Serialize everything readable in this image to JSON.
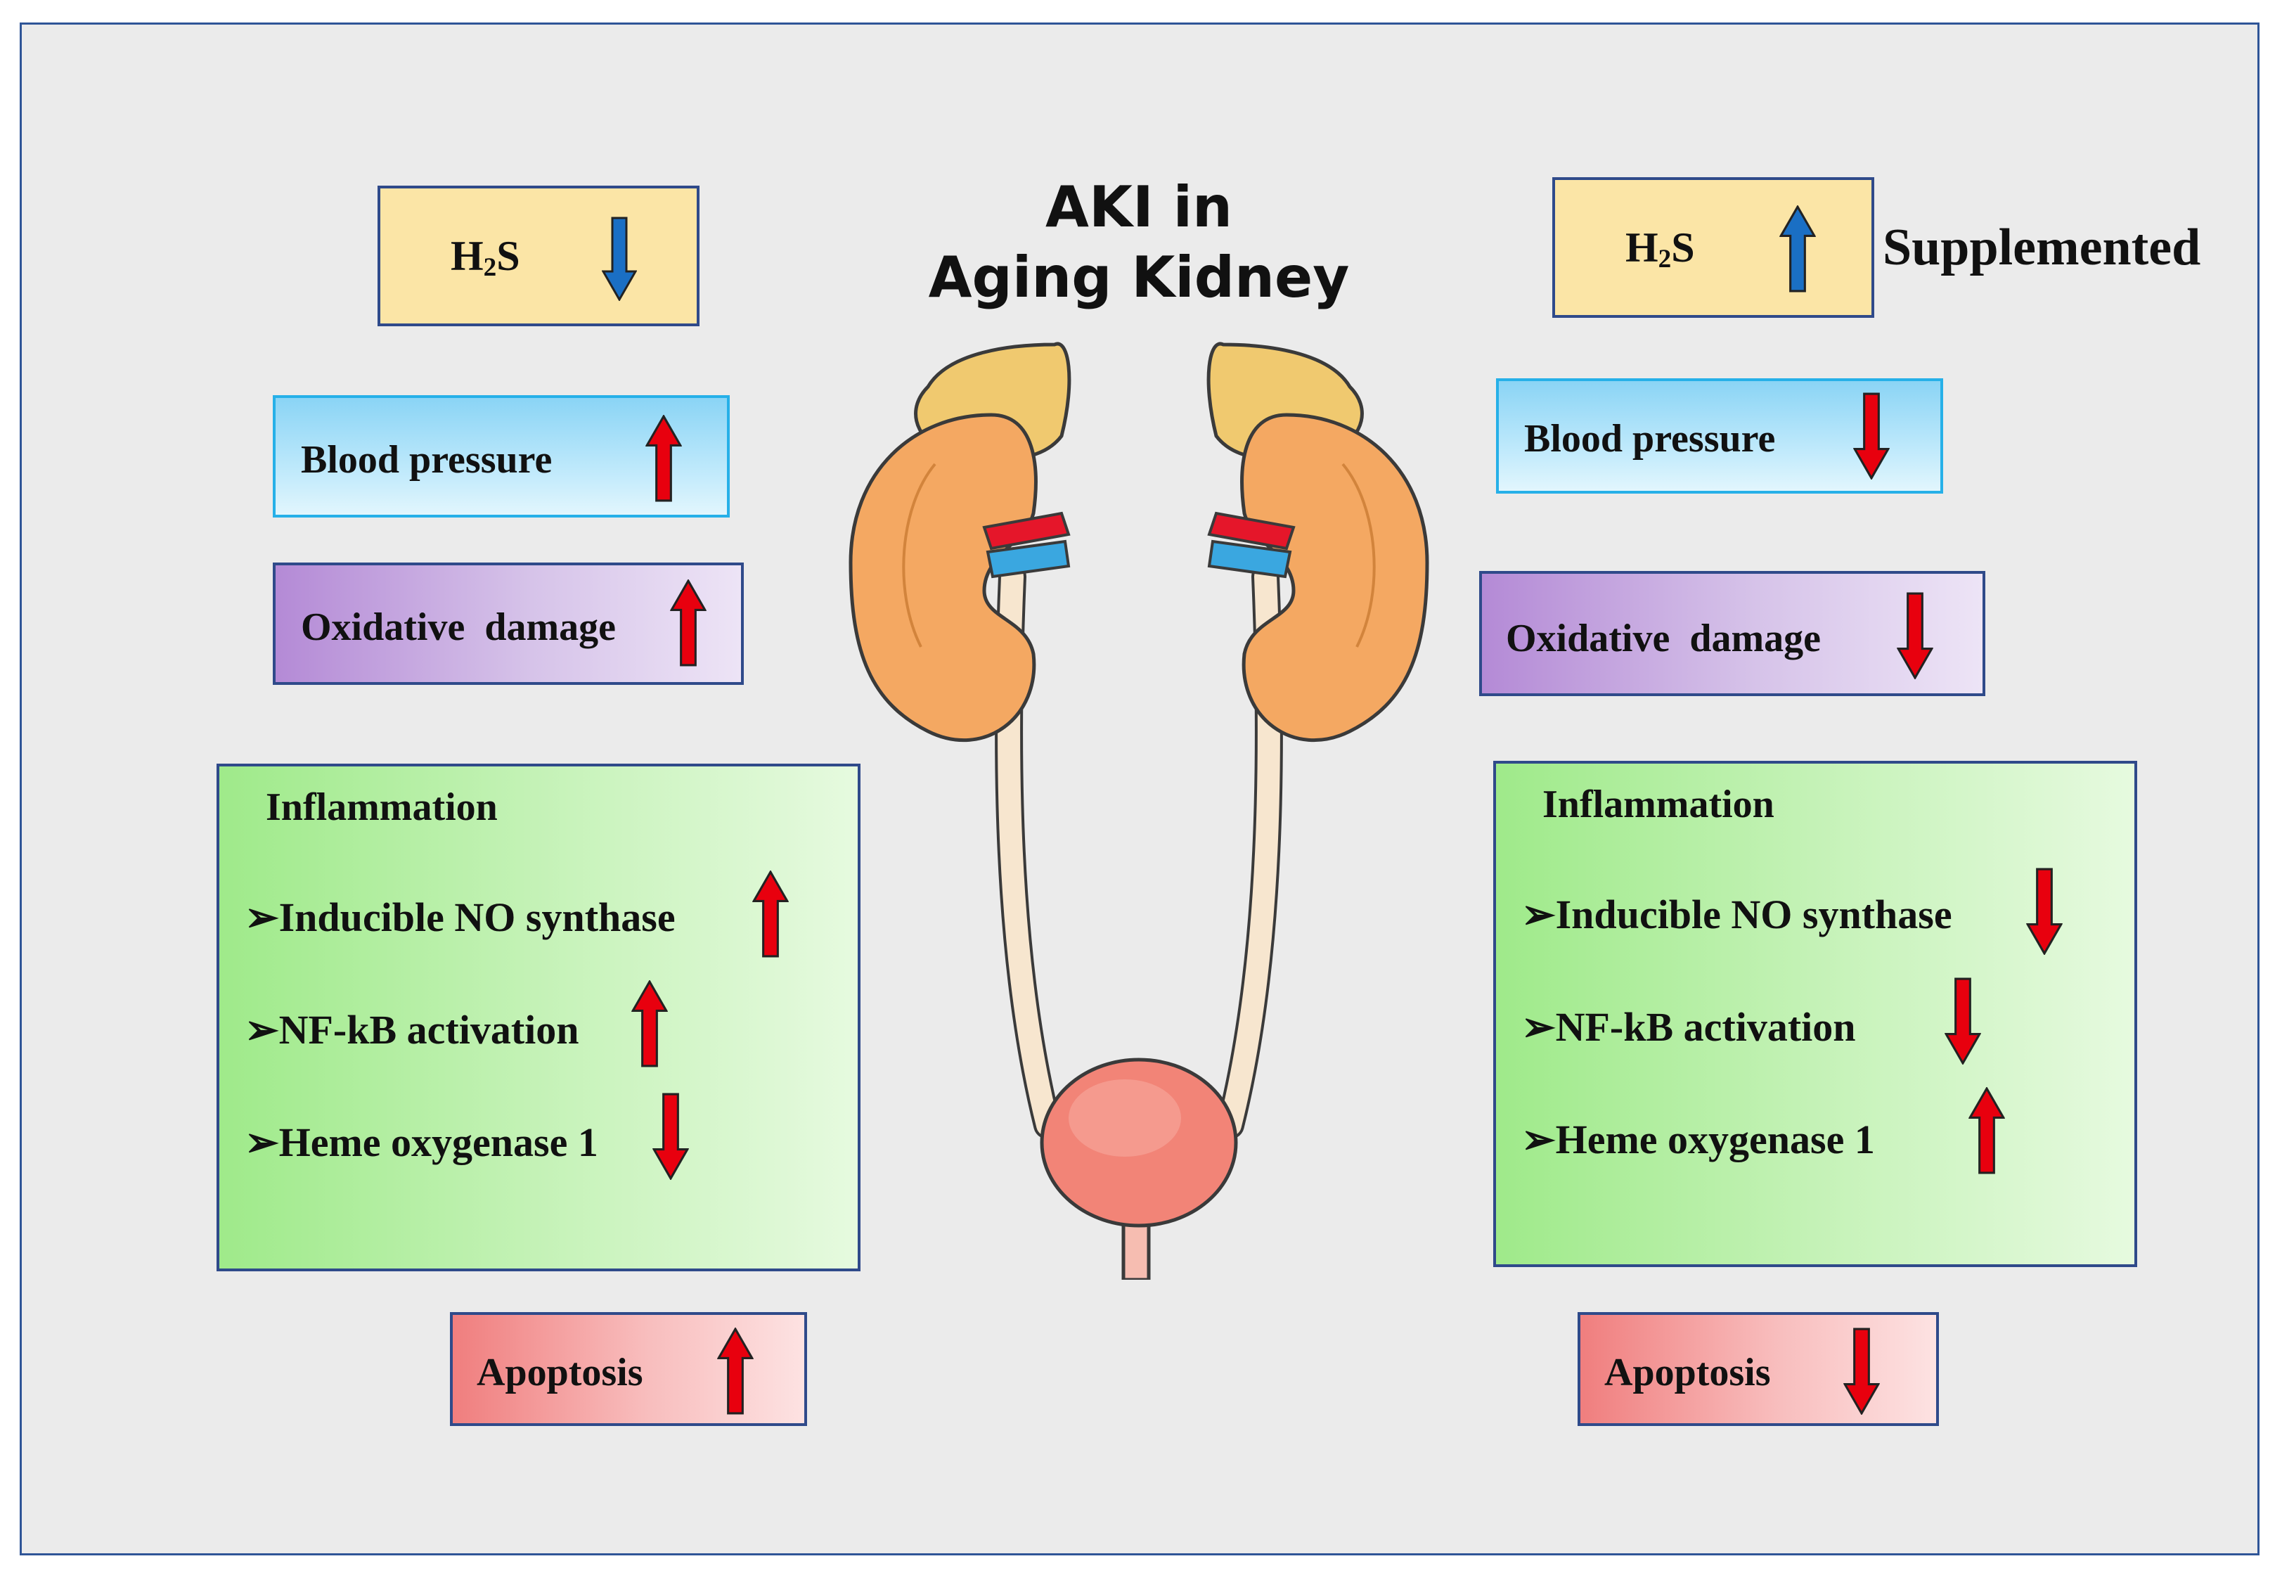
{
  "title_line1": "AKI in",
  "title_line2": "Aging Kidney",
  "supplemented": "Supplemented",
  "h2s": {
    "main": "H",
    "sub": "2",
    "tail": "S"
  },
  "left": {
    "blood_pressure": "Blood pressure",
    "oxidative_damage": "Oxidative  damage",
    "inflammation": "Inflammation",
    "inos": "➢Inducible NO synthase",
    "nfkb": "➢NF-kB activation",
    "ho1": "➢Heme oxygenase 1",
    "apoptosis": "Apoptosis"
  },
  "right": {
    "blood_pressure": "Blood pressure",
    "oxidative_damage": "Oxidative  damage",
    "inflammation": "Inflammation",
    "inos": "➢Inducible NO synthase",
    "nfkb": "➢NF-kB activation",
    "ho1": "➢Heme oxygenase 1",
    "apoptosis": "Apoptosis"
  },
  "colors": {
    "frame": "#2f5597",
    "arrow_red": "#e8000e",
    "arrow_blue": "#1a6fc4"
  }
}
